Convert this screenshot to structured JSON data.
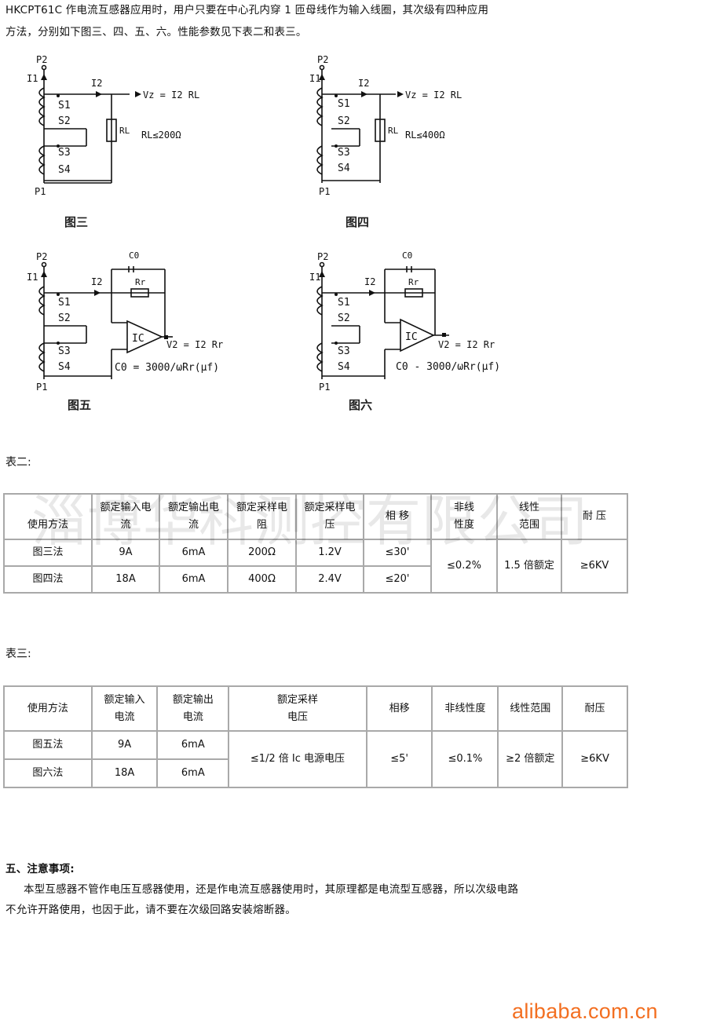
{
  "intro": {
    "line1": "HKCPT61C 作电流互感器应用时，用户只要在中心孔内穿 1 匝母线作为输入线圈，其次级有四种应用",
    "line2": "方法，分别如下图三、四、五、六。性能参数见下表二和表三。"
  },
  "figures": {
    "fig3": {
      "caption": "图三",
      "labels": {
        "p2": "P2",
        "i1": "I1",
        "i2": "I2",
        "s1": "S1",
        "s2": "S2",
        "s3": "S3",
        "s4": "S4",
        "p1": "P1",
        "rl": "RL",
        "vz": "Vz = I2 RL",
        "cond": "RL≤200Ω"
      }
    },
    "fig4": {
      "caption": "图四",
      "labels": {
        "p2": "P2",
        "i1": "I1",
        "i2": "I2",
        "s1": "S1",
        "s2": "S2",
        "s3": "S3",
        "s4": "S4",
        "p1": "P1",
        "rl": "RL",
        "vz": "Vz = I2 RL",
        "cond": "RL≤400Ω"
      }
    },
    "fig5": {
      "caption": "图五",
      "labels": {
        "p2": "P2",
        "i1": "I1",
        "i2": "I2",
        "s1": "S1",
        "s2": "S2",
        "s3": "S3",
        "s4": "S4",
        "p1": "P1",
        "c0": "C0",
        "rr": "Rr",
        "ic": "IC",
        "vz": "V2 = I2 Rr",
        "formula": "C0 = 3000/ωRr(μf)"
      }
    },
    "fig6": {
      "caption": "图六",
      "labels": {
        "p2": "P2",
        "i1": "I1",
        "i2": "I2",
        "s1": "S1",
        "s2": "S2",
        "s3": "S3",
        "s4": "S4",
        "p1": "P1",
        "c0": "C0",
        "rr": "Rr",
        "ic": "IC",
        "vz": "V2 = I2 Rr",
        "formula": "C0 - 3000/ωRr(μf)"
      }
    }
  },
  "table2": {
    "title": "表二:",
    "headers": [
      [
        "使用方法"
      ],
      [
        "额定输入电",
        "流"
      ],
      [
        "额定输出电",
        "流"
      ],
      [
        "额定采样电",
        "阻"
      ],
      [
        "额定采样电",
        "压"
      ],
      [
        "相 移"
      ],
      [
        "非线",
        "性度"
      ],
      [
        "线性",
        "范围"
      ],
      [
        "耐 压"
      ]
    ],
    "rows": [
      [
        "图三法",
        "9A",
        "6mA",
        "200Ω",
        "1.2V",
        "≤30'"
      ],
      [
        "图四法",
        "18A",
        "6mA",
        "400Ω",
        "2.4V",
        "≤20'"
      ]
    ],
    "shared": [
      "≤0.2%",
      "1.5 倍额定",
      "≥6KV"
    ]
  },
  "watermark": "淄博华科测控有限公司",
  "table3": {
    "title": "表三:",
    "headers": [
      [
        "使用方法"
      ],
      [
        "额定输入",
        "电流"
      ],
      [
        "额定输出",
        "电流"
      ],
      [
        "额定采样",
        "电压"
      ],
      [
        "相移"
      ],
      [
        "非线性度"
      ],
      [
        "线性范围"
      ],
      [
        "耐压"
      ]
    ],
    "rows": [
      [
        "图五法",
        "9A",
        "6mA"
      ],
      [
        "图六法",
        "18A",
        "6mA"
      ]
    ],
    "shared": [
      "≤1/2 倍 Ic 电源电压",
      "≤5'",
      "≤0.1%",
      "≥2 倍额定",
      "≥6KV"
    ]
  },
  "notes": {
    "heading": "五、注意事项:",
    "line1": "本型互感器不管作电压互感器使用，还是作电流互感器使用时，其原理都是电流型互感器，所以次级电路",
    "line2": "不允许开路使用，也因于此，请不要在次级回路安装熔断器。"
  },
  "logo": "alibaba.com.cn"
}
